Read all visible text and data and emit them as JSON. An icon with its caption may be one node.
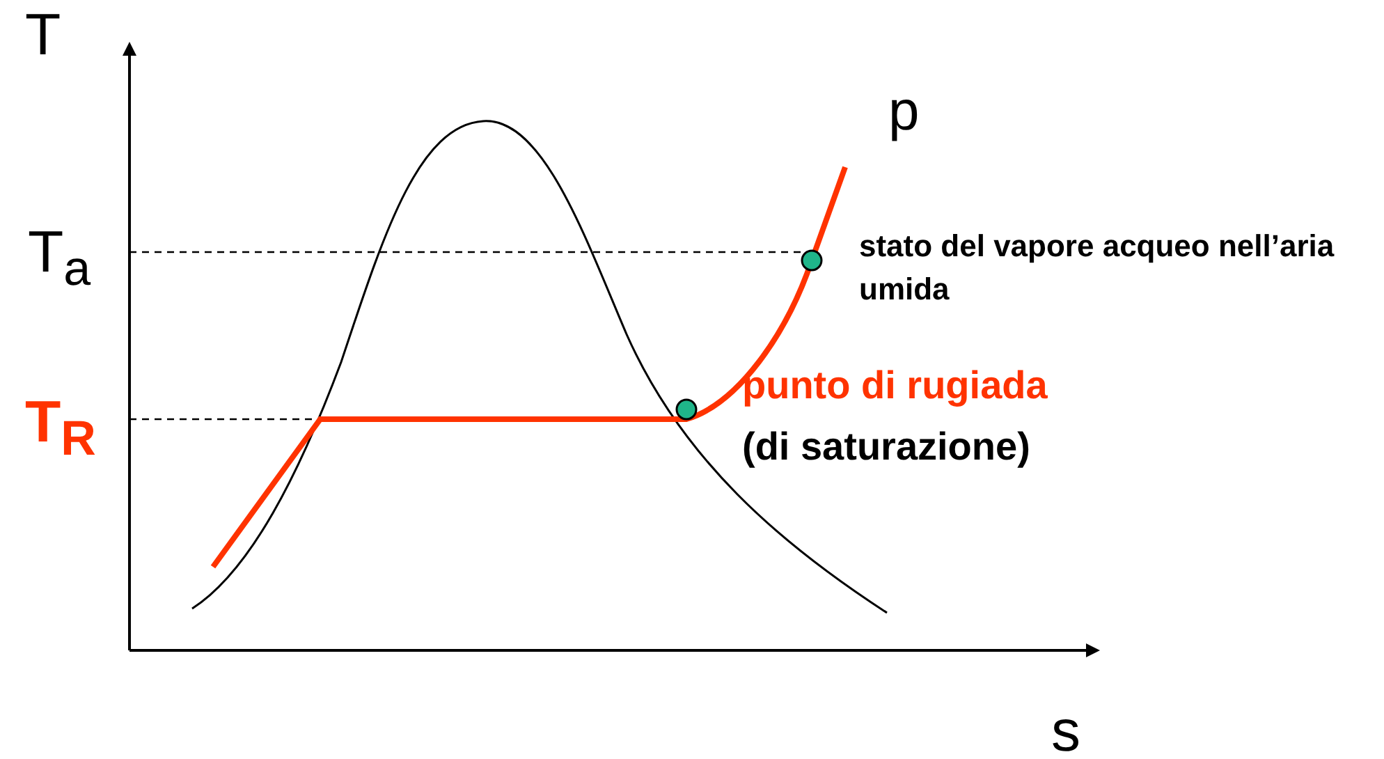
{
  "diagram": {
    "labels": [
      "T",
      "p",
      "T$_{a}$",
      "stato del vapore acqueo nell’aria umida",
      "punto di rugiada",
      "T$_{R}$",
      "(di saturazione)",
      "s"
    ]
  }
}
